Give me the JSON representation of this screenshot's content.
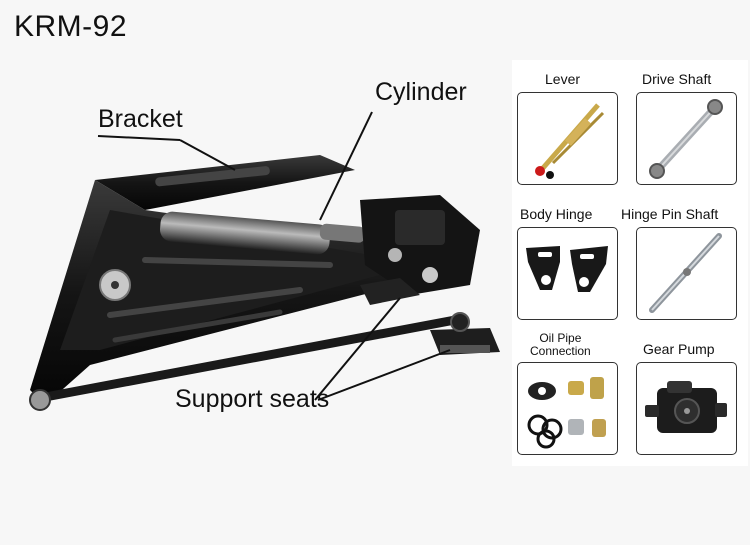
{
  "title": "KRM-92",
  "callouts": {
    "bracket": "Bracket",
    "cylinder": "Cylinder",
    "support_seats": "Support seats"
  },
  "parts": [
    {
      "id": "lever",
      "label": "Lever"
    },
    {
      "id": "drive-shaft",
      "label": "Drive Shaft"
    },
    {
      "id": "body-hinge",
      "label": "Body Hinge"
    },
    {
      "id": "hinge-pin-shaft",
      "label": "Hinge Pin Shaft"
    },
    {
      "id": "oil-pipe-connection",
      "label_line1": "Oil Pipe",
      "label_line2": "Connection"
    },
    {
      "id": "gear-pump",
      "label": "Gear Pump"
    }
  ],
  "colors": {
    "frame": "#151515",
    "frame_highlight": "#3a3a3a",
    "lever_brass": "#c9a94a",
    "knob_red": "#cc1a1a",
    "steel": "#a9adb2",
    "tile_border": "#333333"
  }
}
